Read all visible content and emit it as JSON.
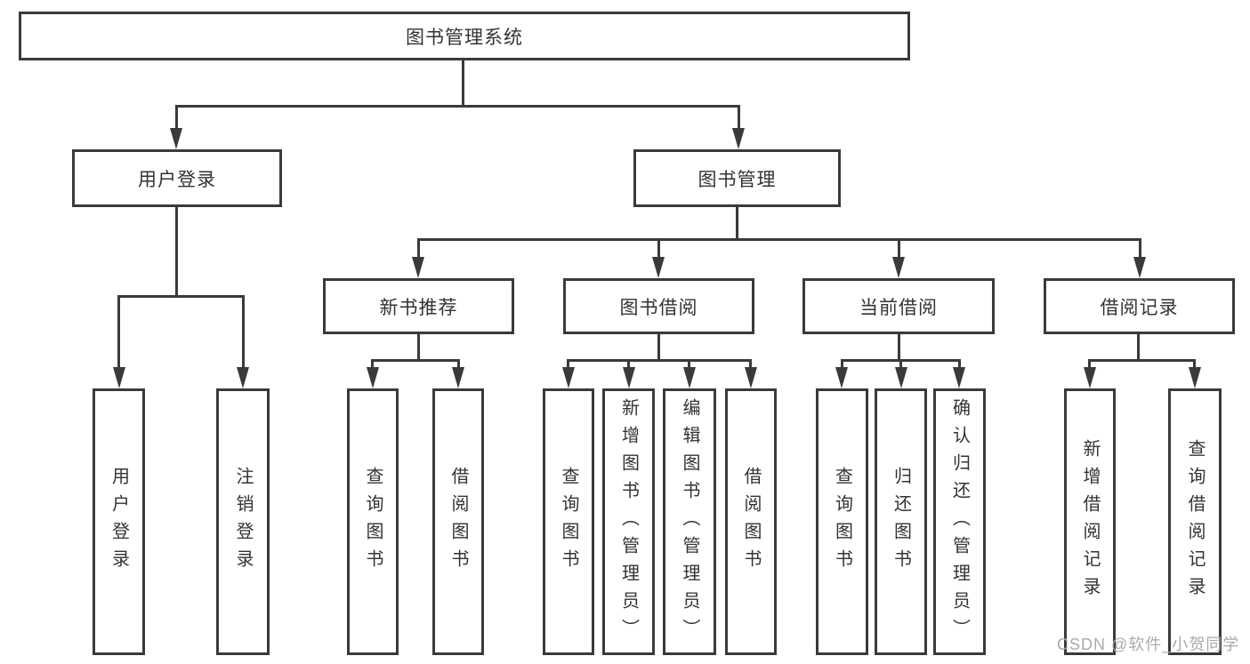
{
  "diagram_title": "图书管理系统",
  "nodes": {
    "root": "图书管理系统",
    "login": "用户登录",
    "mgmt": "图书管理",
    "newbook": "新书推荐",
    "borrow": "图书借阅",
    "current": "当前借阅",
    "records": "借阅记录",
    "login_1": "用户登录",
    "login_2": "注销登录",
    "newbook_1": "查询图书",
    "newbook_2": "借阅图书",
    "borrow_1": "查询图书",
    "borrow_2": "新增图书（管理员）",
    "borrow_3": "编辑图书（管理员）",
    "borrow_4": "借阅图书",
    "current_1": "查询图书",
    "current_2": "归还图书",
    "current_3": "确认归还（管理员）",
    "records_1": "新增借阅记录",
    "records_2": "查询借阅记录"
  },
  "hierarchy": {
    "图书管理系统": {
      "用户登录": [
        "用户登录",
        "注销登录"
      ],
      "图书管理": {
        "新书推荐": [
          "查询图书",
          "借阅图书"
        ],
        "图书借阅": [
          "查询图书",
          "新增图书（管理员）",
          "编辑图书（管理员）",
          "借阅图书"
        ],
        "当前借阅": [
          "查询图书",
          "归还图书",
          "确认归还（管理员）"
        ],
        "借阅记录": [
          "新增借阅记录",
          "查询借阅记录"
        ]
      }
    }
  },
  "watermark": "CSDN @软件_小贺同学",
  "colors": {
    "line": "#3a3a3a",
    "text": "#333333",
    "background": "#ffffff",
    "watermark": "#ababab"
  }
}
